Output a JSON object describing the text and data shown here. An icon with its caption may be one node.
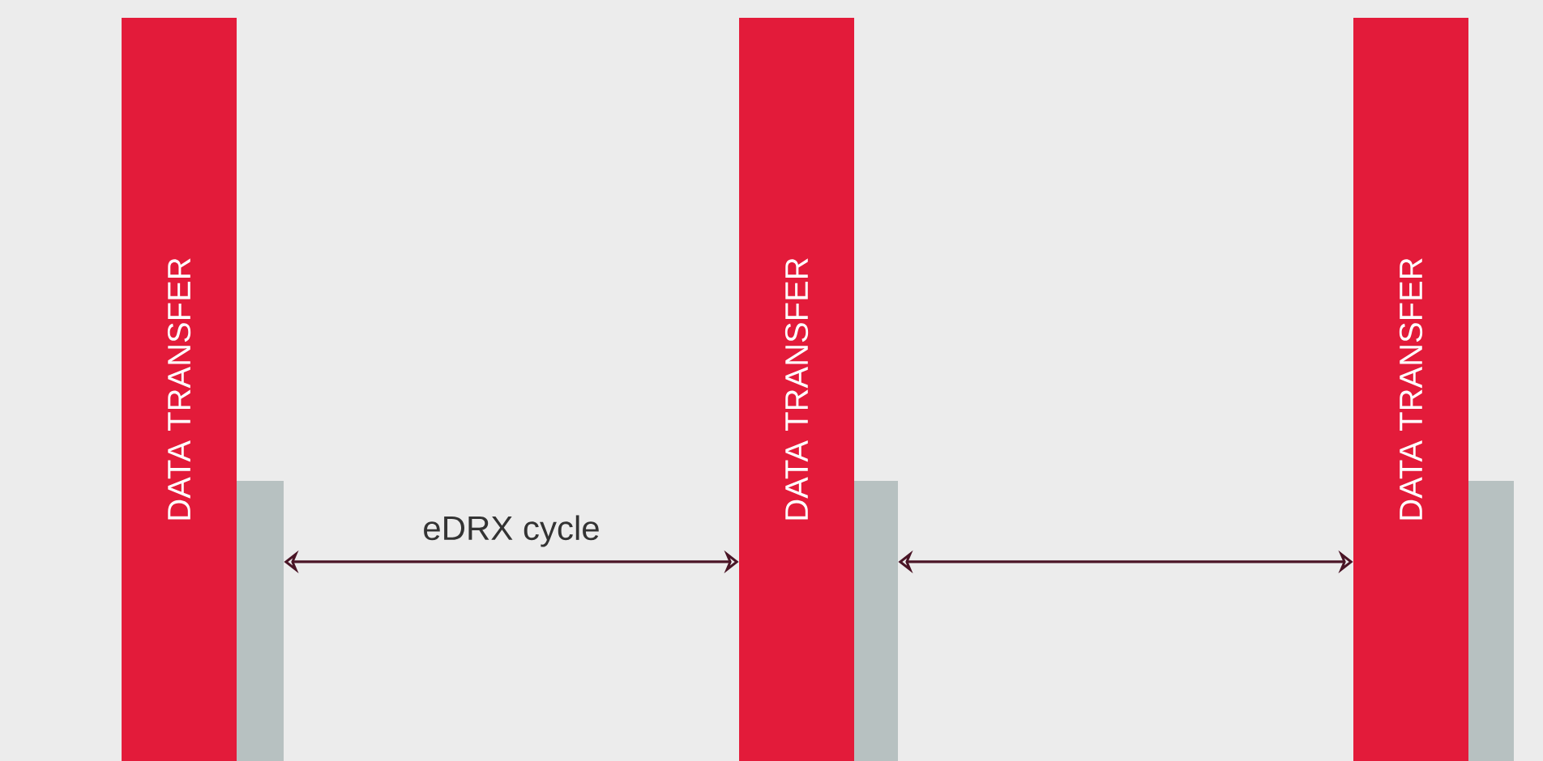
{
  "diagram": {
    "nodes": [
      {
        "text": [
          "DATA TRANSFER"
        ]
      },
      {
        "text": [],
        "shape": "bar"
      },
      {
        "text": [
          "DATA TRANSFER"
        ]
      },
      {
        "text": [],
        "shape": "bar"
      },
      {
        "text": [
          "DATA TRANSFER"
        ]
      },
      {
        "text": [],
        "shape": "bar"
      }
    ],
    "edges": [
      {
        "from": 1,
        "to": 2,
        "arrow": "both",
        "label": "eDRX cycle"
      },
      {
        "from": 3,
        "to": 4,
        "arrow": "both"
      }
    ]
  }
}
